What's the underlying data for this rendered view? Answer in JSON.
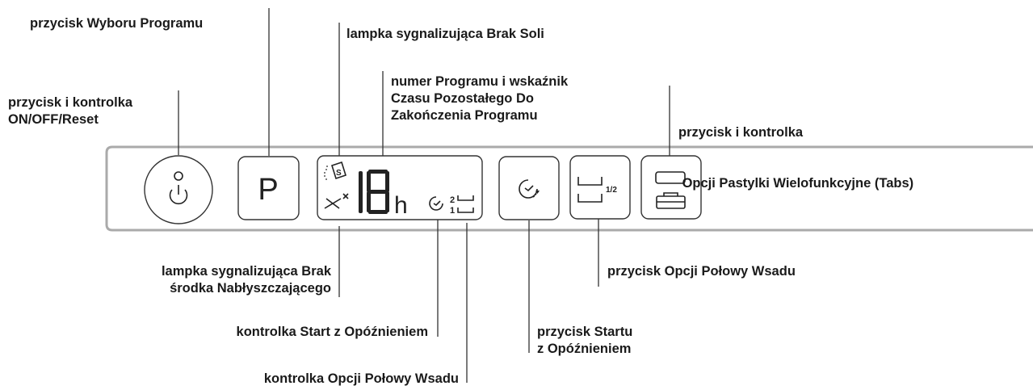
{
  "labels": {
    "program_select": "przycisk Wyboru Programu",
    "no_salt": "lampka sygnalizująca Brak Soli",
    "program_number": [
      "numer Programu i wskaźnik",
      "Czasu Pozostałego Do",
      "Zakończenia Programu"
    ],
    "on_off": [
      "przycisk i kontrolka",
      "ON/OFF/Reset"
    ],
    "tabs": [
      "przycisk i kontrolka",
      " Opcji Pastylki Wielofunkcyjne (Tabs)"
    ],
    "no_rinse_aid": [
      "lampka sygnalizująca Brak",
      "środka Nabłyszczającego"
    ],
    "half_load_button": "przycisk Opcji Połowy Wsadu",
    "delay_light": "kontrolka Start z Opóźnieniem",
    "delay_button": [
      "przycisk Startu",
      "z Opóźnieniem"
    ],
    "half_load_light": "kontrolka Opcji Połowy Wsadu"
  },
  "panel": {
    "program_button_letter": "P",
    "display_digits": "18",
    "display_unit": "h",
    "display_small_2": "2",
    "display_small_1": "1",
    "half_load_fraction": "1/2"
  },
  "icons": {
    "power": "power-icon",
    "salt": "salt-icon",
    "rinse_aid": "rinse-aid-icon",
    "delay": "clock-delay-icon",
    "half_load": "half-load-icon",
    "tabs": "tablet-icon"
  }
}
